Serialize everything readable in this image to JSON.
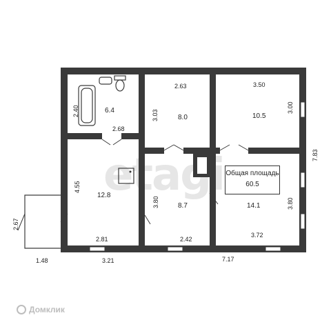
{
  "watermark": "etagi",
  "brand": {
    "name": "Домклик"
  },
  "total": {
    "label": "Общая площадь",
    "value": "60.5"
  },
  "rooms": {
    "bathroom": {
      "area": "6.4"
    },
    "room_top_mid": {
      "area": "8.0"
    },
    "room_top_right": {
      "area": "10.5"
    },
    "room_left": {
      "area": "12.8"
    },
    "corridor": {
      "area": "8.7"
    },
    "room_bottom_right": {
      "area": "14.1"
    }
  },
  "dimensions": {
    "bath_width": "2.68",
    "bath_height": "2.40",
    "top_mid_width": "2.63",
    "top_mid_height": "3.03",
    "top_right_width": "3.50",
    "top_right_height": "3.00",
    "left_room_height": "4.55",
    "left_room_width": "2.81",
    "corridor_height": "3.80",
    "corridor_width": "2.42",
    "br_height": "3.80",
    "br_width": "3.72",
    "total_height": "7.83",
    "porch_height": "2.67",
    "porch_width": "1.48",
    "bottom_left_total": "3.21",
    "bottom_right_total": "7.17"
  }
}
